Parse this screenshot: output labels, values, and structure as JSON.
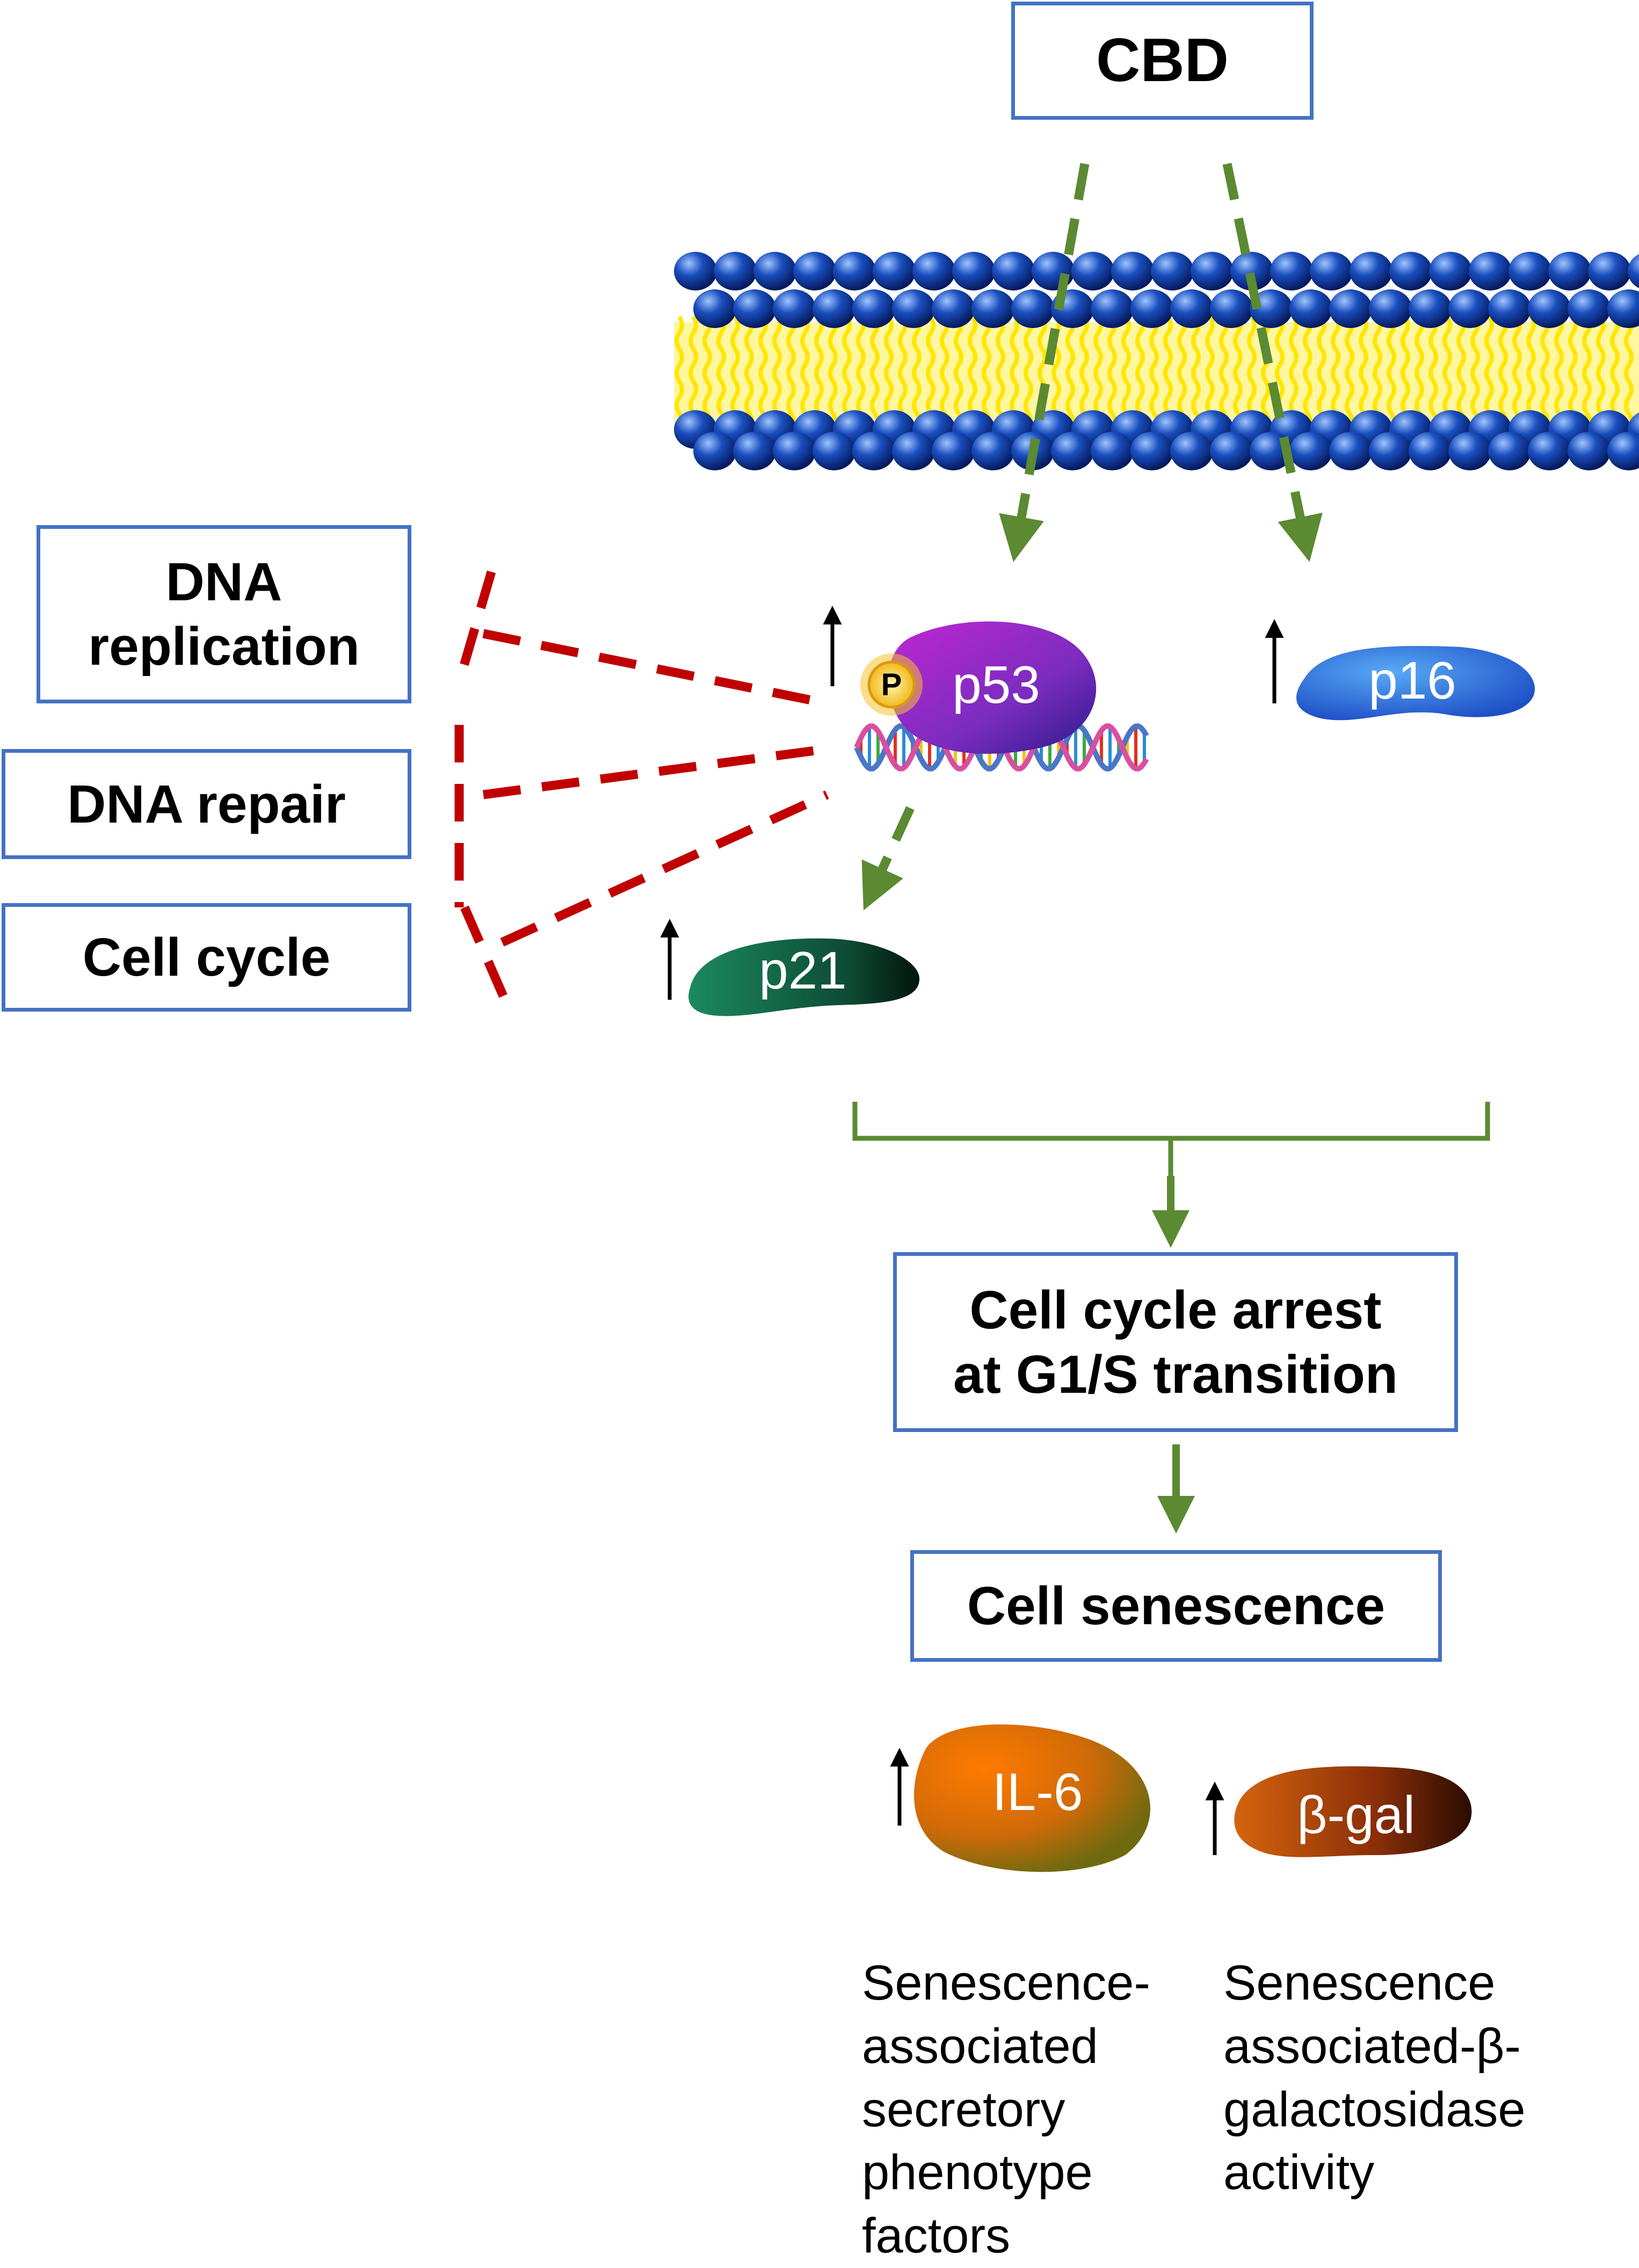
{
  "boxes": {
    "cbd": "CBD",
    "dna_replication": [
      "DNA",
      "replication"
    ],
    "dna_repair": "DNA repair",
    "cell_cycle": "Cell cycle",
    "cell_cycle_arrest": [
      "Cell cycle arrest",
      "at G1/S transition"
    ],
    "cell_senescence": "Cell senescence"
  },
  "proteins": {
    "p53": "p53",
    "phospho": "P",
    "p16": "p16",
    "p21": "p21",
    "il6": "IL-6",
    "bgal": "β-gal"
  },
  "captions": {
    "sasp": [
      "Senescence-",
      "associated",
      "secretory",
      "phenotype",
      "factors"
    ],
    "sabgal": [
      "Senescence",
      "associated-β-",
      "galactosidase",
      "activity"
    ]
  },
  "colors": {
    "box_border": "#4472c4",
    "activation_arrow": "#5b8a32",
    "inhibition": "#c00000",
    "membrane_head": "#1a4fbf",
    "membrane_tail": "#ffe600",
    "p53": "#8e2bc8",
    "p16": "#2f7fe0",
    "p21": "#0e5a3c",
    "il6": "#d96c0a",
    "bgal": "#b04a0c"
  }
}
